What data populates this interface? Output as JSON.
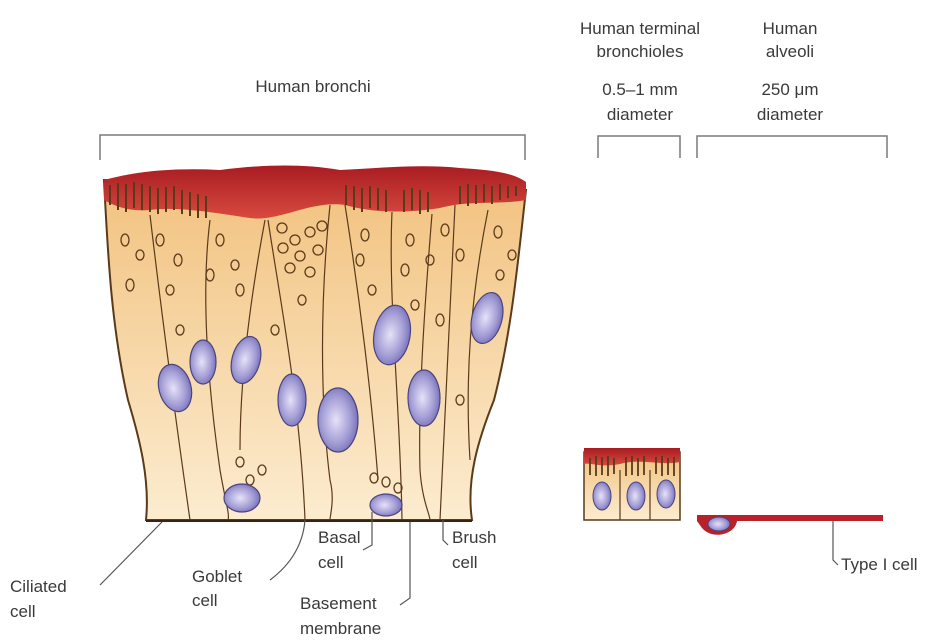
{
  "headers": {
    "bronchi": "Human bronchi",
    "bronchioles": {
      "line1": "Human terminal",
      "line2": "bronchioles",
      "line3": "0.5–1 mm",
      "line4": "diameter"
    },
    "alveoli": {
      "line1": "Human",
      "line2": "alveoli",
      "line3": "250 μm",
      "line4": "diameter"
    }
  },
  "labels": {
    "ciliated": {
      "line1": "Ciliated",
      "line2": "cell"
    },
    "goblet": {
      "line1": "Goblet",
      "line2": "cell"
    },
    "basal": {
      "line1": "Basal",
      "line2": "cell"
    },
    "brush": {
      "line1": "Brush",
      "line2": "cell"
    },
    "basement": {
      "line1": "Basement",
      "line2": "membrane"
    },
    "type1": "Type I cell"
  },
  "colors": {
    "mucus": "#c0262b",
    "cytoplasm_top": "#f3c98a",
    "cytoplasm_bottom": "#fbe9c8",
    "nucleus": "#8c86c9",
    "outline": "#5a3a1a"
  }
}
